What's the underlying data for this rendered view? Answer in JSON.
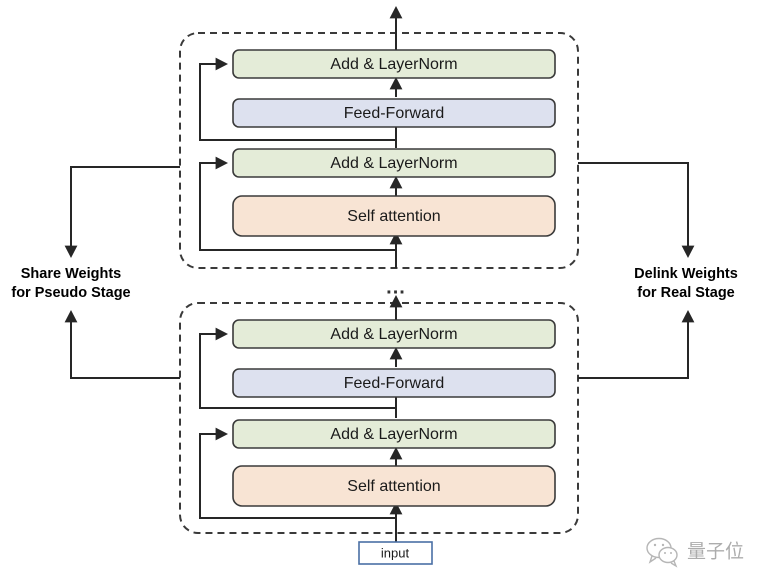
{
  "diagram": {
    "title": "Transformer weight sharing / delinking diagram",
    "colors": {
      "layernorm_fill": "#e4ecd8",
      "feedforward_fill": "#dde1ef",
      "attention_fill": "#f8e4d4",
      "node_stroke": "#3a3a3a",
      "line_stroke": "#262626",
      "dashed_stroke": "#3a3a3a",
      "input_stroke": "#4a6fa5",
      "input_fill": "#ffffff",
      "watermark_color": "#8d8d8d"
    },
    "upper_stage": {
      "name": "upper-transformer-block",
      "blocks": [
        {
          "label": "Add & LayerNorm",
          "kind": "layernorm"
        },
        {
          "label": "Feed-Forward",
          "kind": "feedforward"
        },
        {
          "label": "Add & LayerNorm",
          "kind": "layernorm"
        },
        {
          "label": "Self attention",
          "kind": "attention"
        }
      ]
    },
    "lower_stage": {
      "name": "lower-transformer-block",
      "blocks": [
        {
          "label": "Add & LayerNorm",
          "kind": "layernorm"
        },
        {
          "label": "Feed-Forward",
          "kind": "feedforward"
        },
        {
          "label": "Add & LayerNorm",
          "kind": "layernorm"
        },
        {
          "label": "Self attention",
          "kind": "attention"
        }
      ]
    },
    "ellipsis": "...",
    "left_annotation": {
      "line1": "Share Weights",
      "line2": "for Pseudo Stage"
    },
    "right_annotation": {
      "line1": "Delink Weights",
      "line2": "for Real Stage"
    },
    "input_node": {
      "label": "input"
    },
    "watermark": {
      "label": "量子位"
    }
  }
}
